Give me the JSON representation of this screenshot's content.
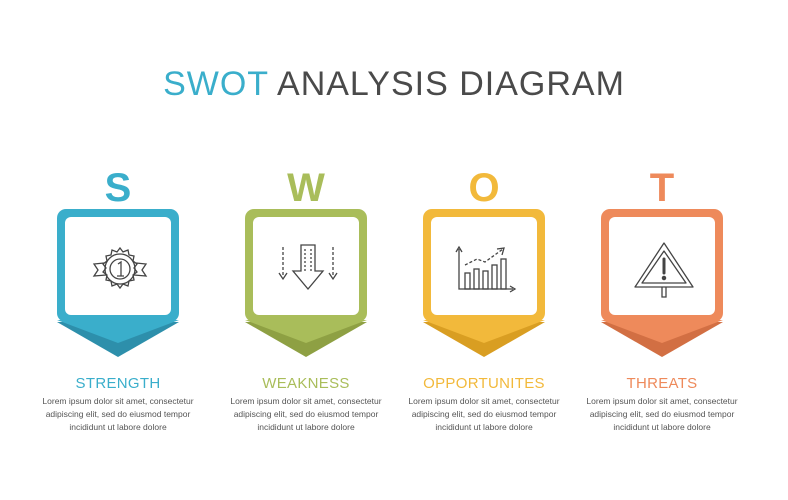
{
  "title": {
    "accent": "SWOT",
    "rest": "ANALYSIS DIAGRAM"
  },
  "items": [
    {
      "letter": "S",
      "heading": "STRENGTH",
      "color": "#3aaecb",
      "dark": "#2d8fab",
      "icon": "award-medal-icon",
      "body": [
        "Lorem ipsum dolor sit amet, consectetur",
        "adipiscing elit, sed do eiusmod tempor",
        "incididunt ut labore dolore"
      ]
    },
    {
      "letter": "W",
      "heading": "WEAKNESS",
      "color": "#a9bd5a",
      "dark": "#8ea043",
      "icon": "down-arrows-icon",
      "body": [
        "Lorem ipsum dolor sit amet, consectetur",
        "adipiscing elit, sed do eiusmod tempor",
        "incididunt ut labore dolore"
      ]
    },
    {
      "letter": "O",
      "heading": "OPPORTUNITES",
      "color": "#f2b93b",
      "dark": "#d99e22",
      "icon": "growth-chart-icon",
      "body": [
        "Lorem ipsum dolor sit amet, consectetur",
        "adipiscing elit, sed do eiusmod tempor",
        "incididunt ut labore dolore"
      ]
    },
    {
      "letter": "T",
      "heading": "THREATS",
      "color": "#ee8a5b",
      "dark": "#d26f43",
      "icon": "warning-sign-icon",
      "body": [
        "Lorem ipsum dolor sit amet, consectetur",
        "adipiscing elit, sed do eiusmod tempor",
        "incididunt ut labore dolore"
      ]
    }
  ]
}
